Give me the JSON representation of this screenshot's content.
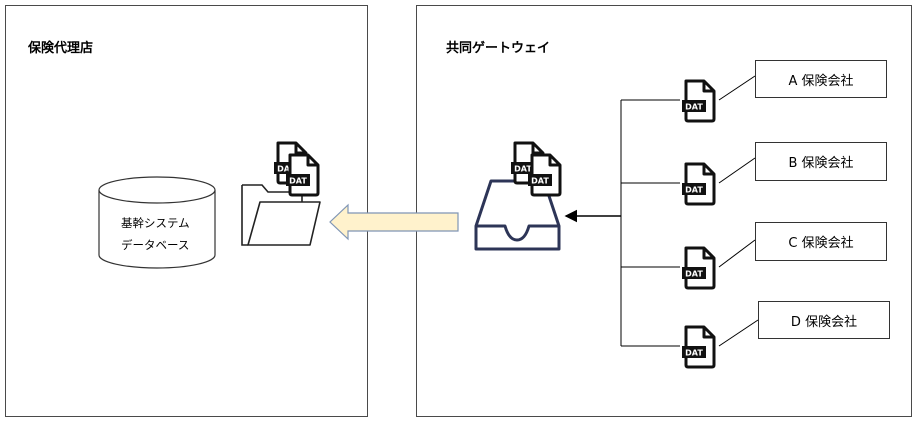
{
  "agency": {
    "title": "保険代理店"
  },
  "gateway": {
    "title": "共同ゲートウェイ"
  },
  "database": {
    "line1": "基幹システム",
    "line2": "データベース"
  },
  "file_badge": "DAT",
  "companies": [
    {
      "label": "A 保険会社"
    },
    {
      "label": "B 保険会社"
    },
    {
      "label": "C 保険会社"
    },
    {
      "label": "D 保険会社"
    }
  ]
}
